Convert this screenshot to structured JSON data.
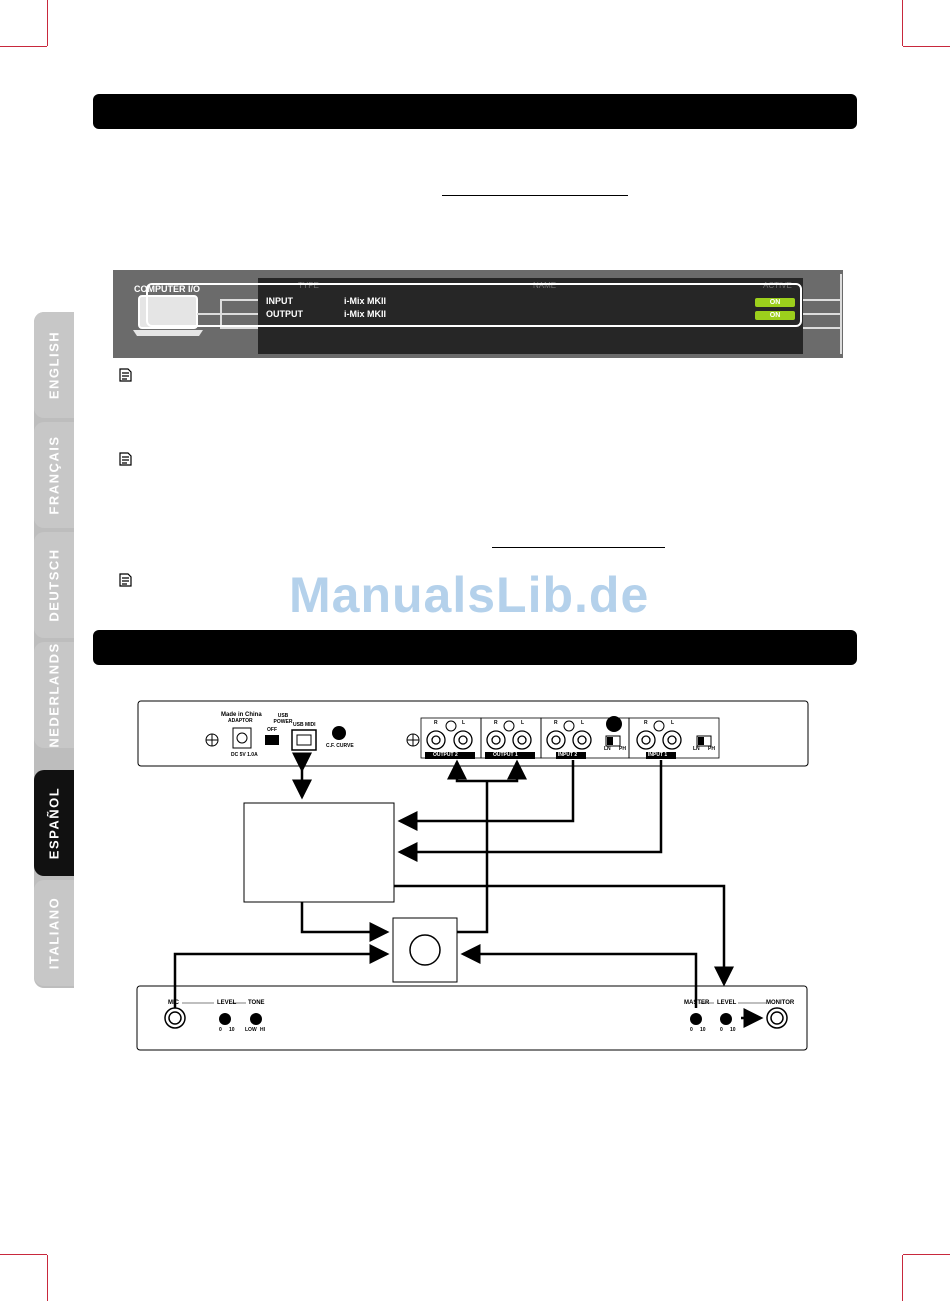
{
  "language_tabs": [
    {
      "label": "ENGLISH",
      "active": false
    },
    {
      "label": "FRANÇAIS",
      "active": false
    },
    {
      "label": "DEUTSCH",
      "active": false
    },
    {
      "label": "NEDERLANDS",
      "active": false
    },
    {
      "label": "ESPAÑOL",
      "active": true
    },
    {
      "label": "ITALIANO",
      "active": false
    }
  ],
  "watermark": "ManualsLib.de",
  "computer_io": {
    "label": "COMPUTER I/O",
    "header_type": "TYPE",
    "header_name": "NAME",
    "header_active": "ACTIVE",
    "rows": [
      {
        "type": "INPUT",
        "name": "i-Mix MKII",
        "state": "ON"
      },
      {
        "type": "OUTPUT",
        "name": "i-Mix MKII",
        "state": "ON"
      }
    ]
  },
  "rear_panel": {
    "made_in": "Made in China",
    "adaptor": "ADAPTOR",
    "usb_power": "USB POWER",
    "off": "OFF",
    "usb_midi": "USB MIDI",
    "dc": "DC 5V 1.0A",
    "cf_curve": "C.F. CURVE",
    "r": "R",
    "l": "L",
    "output2": "OUTPUT 2",
    "output1": "OUTPUT 1",
    "input2": "INPUT 2",
    "input1": "INPUT 1",
    "ln": "LN",
    "ph": "PH"
  },
  "front_panel": {
    "mic": "MIC",
    "level": "LEVEL",
    "tone": "TONE",
    "master": "MASTER",
    "monitor": "MONITOR",
    "zero": "0",
    "ten": "10",
    "low": "LOW",
    "hi": "HI"
  },
  "colors": {
    "crop_marks": "#c8283c",
    "active_tab": "#111111",
    "inactive_tab": "#c7c7c7",
    "on_badge": "#9ccf1c",
    "watermark": "#5b9bd5"
  }
}
